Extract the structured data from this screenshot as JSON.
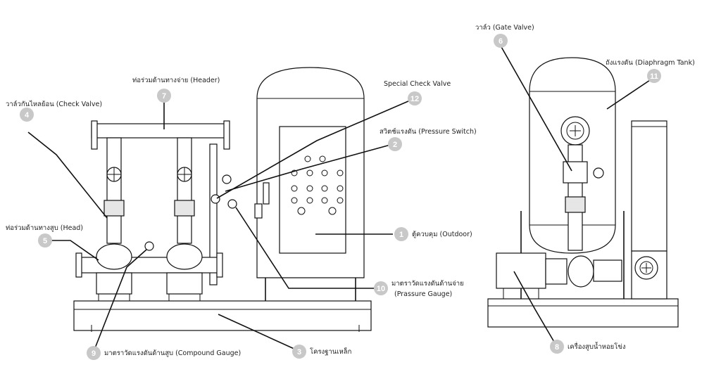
{
  "callouts": [
    {
      "num": "1",
      "label": "ตู้ควบคุม (Outdoor)"
    },
    {
      "num": "2",
      "label": "สวิตช์แรงดัน (Pressure Switch)"
    },
    {
      "num": "3",
      "label": "โครงฐานเหล็ก"
    },
    {
      "num": "4",
      "label": "วาล์วกันไหลย้อน (Check Valve)"
    },
    {
      "num": "5",
      "label": "ท่อร่วมด้านทางสูบ (Head)"
    },
    {
      "num": "6",
      "label": "วาล์ว (Gate Valve)"
    },
    {
      "num": "7",
      "label": "ท่อร่วมด้านทางจ่าย (Header)"
    },
    {
      "num": "8",
      "label": "เครื่องสูบน้ำหอยโข่ง"
    },
    {
      "num": "9",
      "label": "มาตราวัดแรงดันด้านสูบ (Compound Gauge)"
    },
    {
      "num": "10",
      "label": "มาตราวัดแรงดันด้านจ่าย",
      "label2": "(Prassure Gauge)"
    },
    {
      "num": "11",
      "label": "ถังแรงดัน (Diaphragm Tank)"
    },
    {
      "num": "12",
      "label": "Special Check Valve"
    }
  ]
}
